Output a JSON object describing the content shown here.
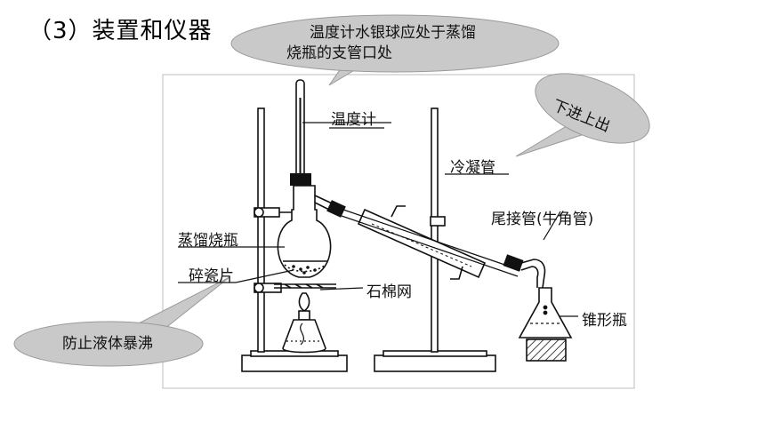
{
  "heading": "（3）装置和仪器",
  "callouts": {
    "thermometer_note_line1": "温度计水银球应处于蒸馏",
    "thermometer_note_line2": "烧瓶的支管口处",
    "condenser_flow": "下进上出",
    "anti_bumping": "防止液体暴沸"
  },
  "labels": {
    "thermometer": "温度计",
    "condenser": "冷凝管",
    "adapter": "尾接管(牛角管)",
    "flask": "蒸馏烧瓶",
    "boiling_chips": "碎瓷片",
    "gauze": "石棉网",
    "receiver": "锥形瓶"
  },
  "colors": {
    "bubble_fill": "#c9c9c9",
    "bubble_stroke": "#9a9a9a",
    "line": "#111111"
  }
}
